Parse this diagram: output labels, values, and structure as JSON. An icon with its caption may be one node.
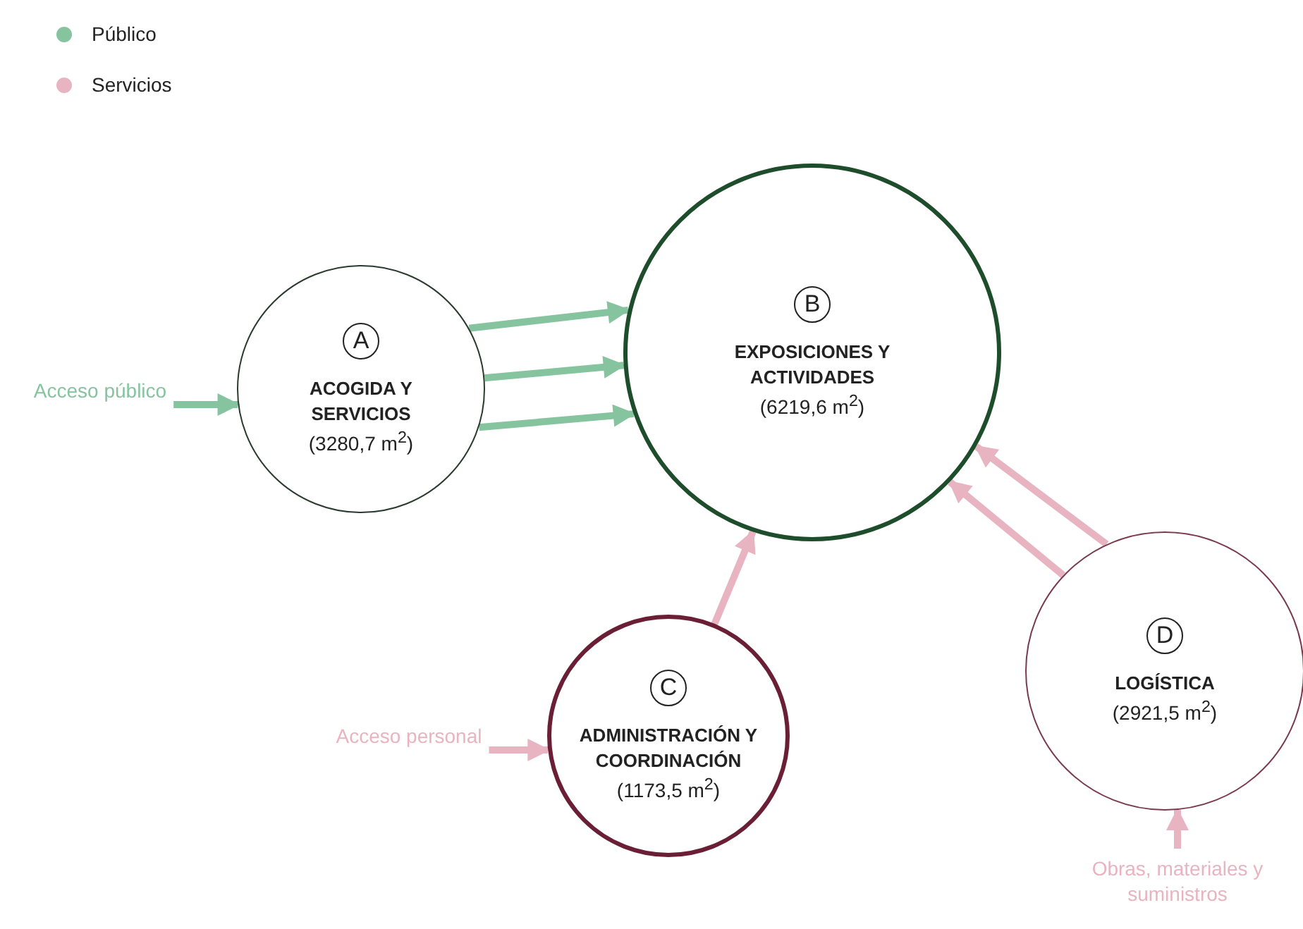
{
  "diagram": {
    "nodes": [
      {
        "text": [
          "A",
          "ACOGIDA Y SERVICIOS",
          "(3280,7 m$^{2}$)"
        ]
      },
      {
        "text": [
          "B",
          "EXPOSICIONES Y ACTIVIDADES",
          "(6219,6 m$^{2}$)"
        ]
      },
      {
        "text": [
          "C",
          "ADMINISTRACIÓN Y COORDINACIÓN",
          "(1173,5 m$^{2}$)"
        ]
      },
      {
        "text": [
          "D",
          "LOGÍSTICA",
          "(2921,5 m$^{2}$)"
        ]
      },
      {
        "text": [
          "Acceso público"
        ]
      },
      {
        "text": [
          "Acceso personal"
        ]
      },
      {
        "text": [
          "Obras, materiales y suministros"
        ]
      }
    ],
    "edges": [
      {
        "from": 4,
        "to": 0,
        "arrow": "to",
        "color": "#86c4a0"
      },
      {
        "from": 0,
        "to": 1,
        "arrow": "to",
        "color": "#86c4a0"
      },
      {
        "from": 0,
        "to": 1,
        "arrow": "to",
        "color": "#86c4a0"
      },
      {
        "from": 0,
        "to": 1,
        "arrow": "to",
        "color": "#86c4a0"
      },
      {
        "from": 2,
        "to": 1,
        "arrow": "to",
        "color": "#e8b4c2"
      },
      {
        "from": 3,
        "to": 1,
        "arrow": "to",
        "color": "#e8b4c2"
      },
      {
        "from": 3,
        "to": 1,
        "arrow": "to",
        "color": "#e8b4c2"
      },
      {
        "from": 5,
        "to": 2,
        "arrow": "to",
        "color": "#e8b4c2"
      },
      {
        "from": 6,
        "to": 3,
        "arrow": "to",
        "color": "#e8b4c2"
      }
    ],
    "legend": [
      {
        "text": "Público",
        "color": "#86c4a0"
      },
      {
        "text": "Servicios",
        "color": "#e8b4c2"
      }
    ]
  }
}
